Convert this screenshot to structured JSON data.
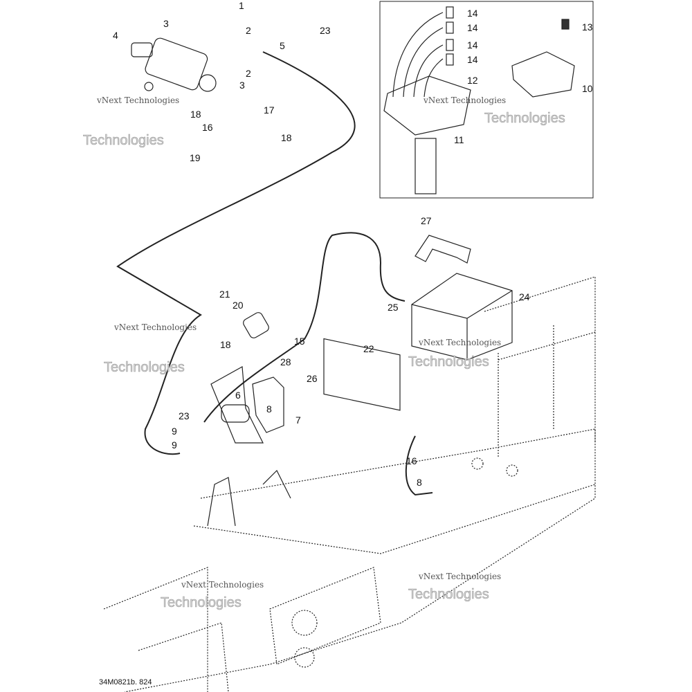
{
  "diagram": {
    "drawing_code": "34M0821b. 824",
    "watermark": "vNext Technologies",
    "watermark_large": "Technologies",
    "callouts": [
      "1",
      "3",
      "2",
      "23",
      "4",
      "5",
      "2",
      "3",
      "17",
      "18",
      "16",
      "18",
      "19",
      "14",
      "14",
      "14",
      "14",
      "13",
      "12",
      "10",
      "11",
      "27",
      "25",
      "24",
      "20",
      "21",
      "15",
      "22",
      "18",
      "28",
      "26",
      "6",
      "8",
      "7",
      "23",
      "9",
      "9",
      "16",
      "8"
    ]
  }
}
